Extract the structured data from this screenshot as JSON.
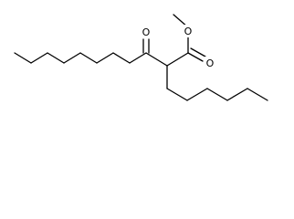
{
  "molecule": {
    "atoms": {
      "ketone_oxygen": "O",
      "ester_carbonyl_oxygen": "O",
      "ester_ether_oxygen": "O"
    }
  }
}
